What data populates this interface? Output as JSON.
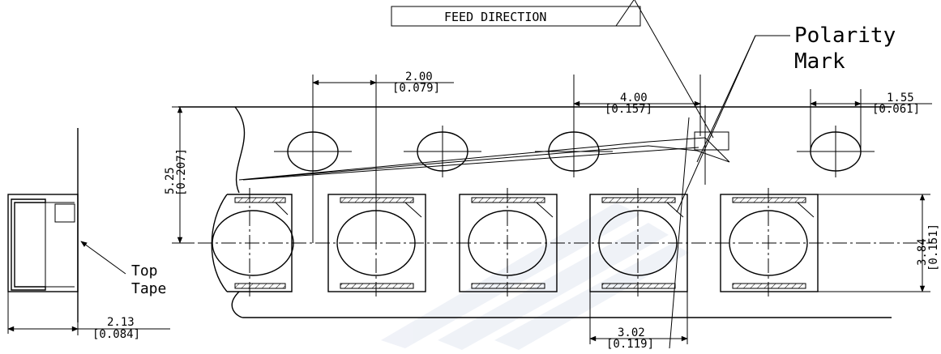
{
  "labels": {
    "feed_direction": "FEED DIRECTION",
    "polarity_line1": "Polarity",
    "polarity_line2": "Mark",
    "top_line1": "Top",
    "top_line2": "Tape"
  },
  "dimensions": {
    "hole_pitch_half": {
      "mm": "2.00",
      "inch": "[0.079]"
    },
    "pocket_pitch": {
      "mm": "4.00",
      "inch": "[0.157]"
    },
    "hole_diameter": {
      "mm": "1.55",
      "inch": "[0.061]"
    },
    "hole_to_pocket": {
      "mm": "5.25",
      "inch": "[0.207]"
    },
    "pocket_length": {
      "mm": "3.84",
      "inch": "[0.151]"
    },
    "tape_thickness": {
      "mm": "2.13",
      "inch": "[0.084]"
    },
    "pocket_width": {
      "mm": "3.02",
      "inch": "[0.119]"
    }
  },
  "colors": {
    "line": "#000000",
    "watermark": "#e3e8f2"
  }
}
